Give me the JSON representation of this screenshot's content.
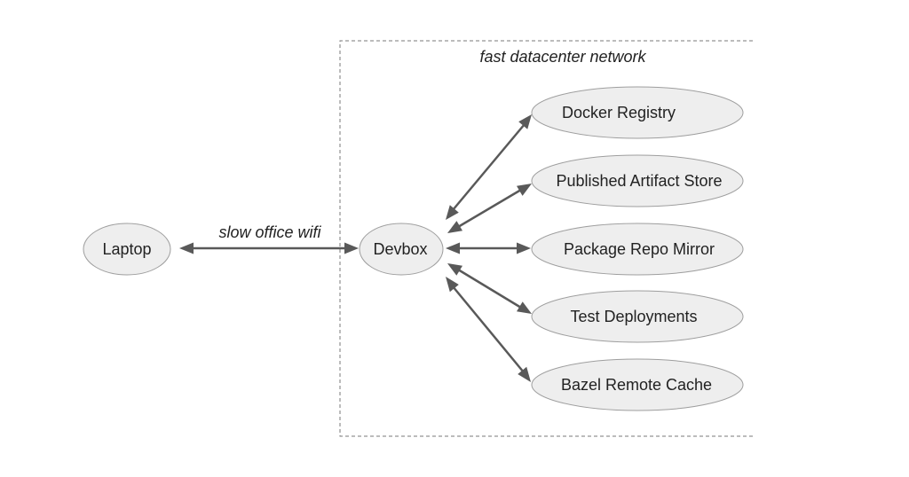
{
  "diagram": {
    "region": {
      "label": "fast datacenter network"
    },
    "links": {
      "laptop_devbox": "slow office wifi"
    },
    "nodes": {
      "laptop": "Laptop",
      "devbox": "Devbox",
      "docker_registry": "Docker Registry",
      "artifact_store": "Published Artifact Store",
      "package_repo": "Package Repo Mirror",
      "test_deployments": "Test Deployments",
      "bazel_cache": "Bazel Remote Cache"
    },
    "colors": {
      "node_fill": "#eeeeee",
      "node_stroke": "#9e9e9e",
      "edge": "#595959",
      "region_border": "#7a7a7a"
    }
  }
}
